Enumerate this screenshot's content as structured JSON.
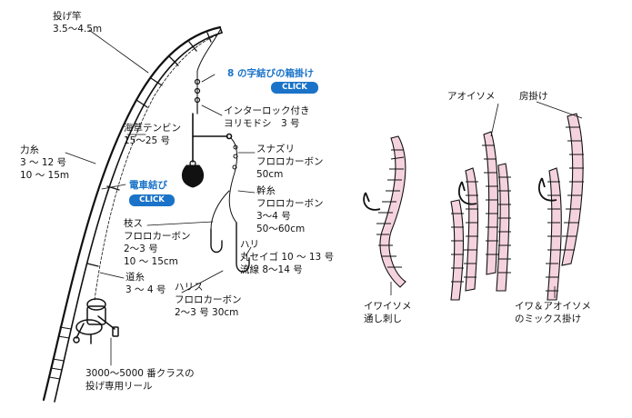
{
  "colors": {
    "accent": "#1a73c8",
    "worm_fill": "#f5d3de",
    "ink": "#111111"
  },
  "labels": {
    "rod": [
      "投げ竿",
      "3.5～4.5m"
    ],
    "figure8": "8 の字結びの箱掛け",
    "click": "CLICK",
    "interlock": [
      "インターロック付き",
      "ヨリモドシ　3 号"
    ],
    "kaiso": [
      "海草テンビン",
      "15～25 号"
    ],
    "chikara": [
      "力糸",
      "3 ～ 12 号",
      "10 ～ 15m"
    ],
    "sunazuri": [
      "スナズリ",
      "フロロカーボン",
      "50cm"
    ],
    "densha": "電車結び",
    "mikiito": [
      "幹糸",
      "フロロカーボン",
      "3～4 号",
      "50～60cm"
    ],
    "edasu": [
      "枝ス",
      "フロロカーボン",
      "2～3 号",
      "10 ～ 15cm"
    ],
    "hari": [
      "ハリ",
      "丸セイゴ 10 ～ 13 号",
      "流線 8～14 号"
    ],
    "michiito": [
      "道糸",
      "3 ～ 4 号"
    ],
    "harisu": [
      "ハリス",
      "フロロカーボン",
      "2～3 号 30cm"
    ],
    "reel": [
      "3000～5000 番クラスの",
      "投げ専用リール"
    ],
    "bait_aoi": "アオイソメ",
    "bait_fusa": "房掛け",
    "bait_iwa": [
      "イワイソメ",
      "通し刺し"
    ],
    "bait_mix": [
      "イワ＆アオイソメ",
      "のミックス掛け"
    ]
  }
}
